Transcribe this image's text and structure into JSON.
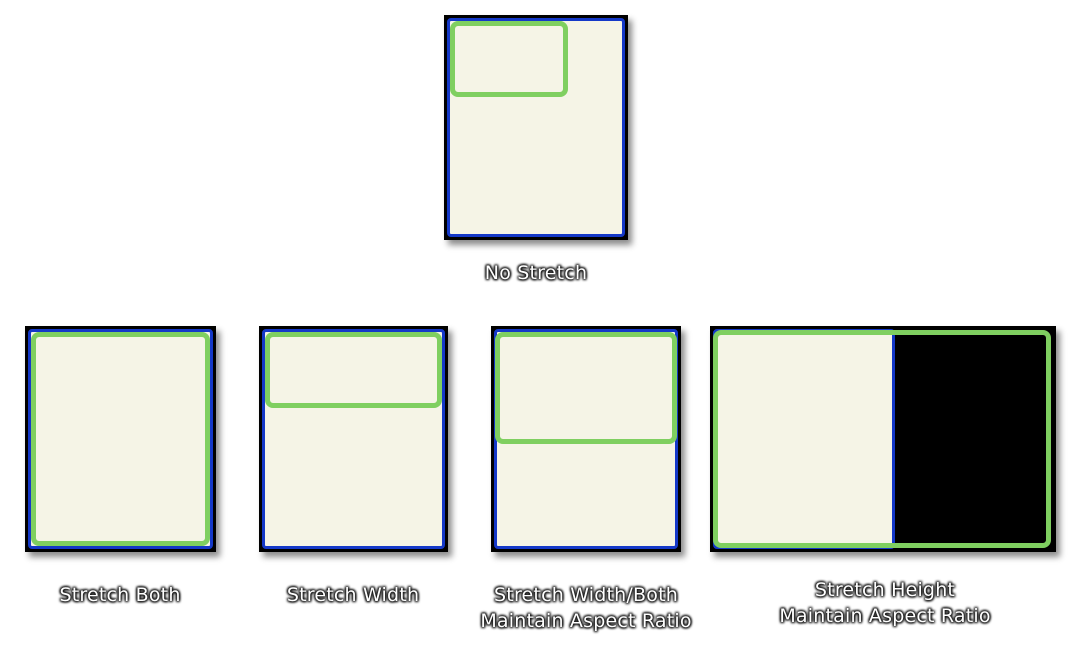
{
  "labels": {
    "no_stretch": "No Stretch",
    "stretch_both": "Stretch Both",
    "stretch_width": "Stretch Width",
    "stretch_width_both_line1": "Stretch Width/Both",
    "stretch_width_both_line2": "Maintain Aspect Ratio",
    "stretch_height_line1": "Stretch Height",
    "stretch_height_line2": "Maintain Aspect Ratio"
  },
  "colors": {
    "frame": "#000000",
    "blue_border": "#1438c8",
    "cream_fill": "#f5f4e6",
    "green_border": "#7fcf60"
  }
}
